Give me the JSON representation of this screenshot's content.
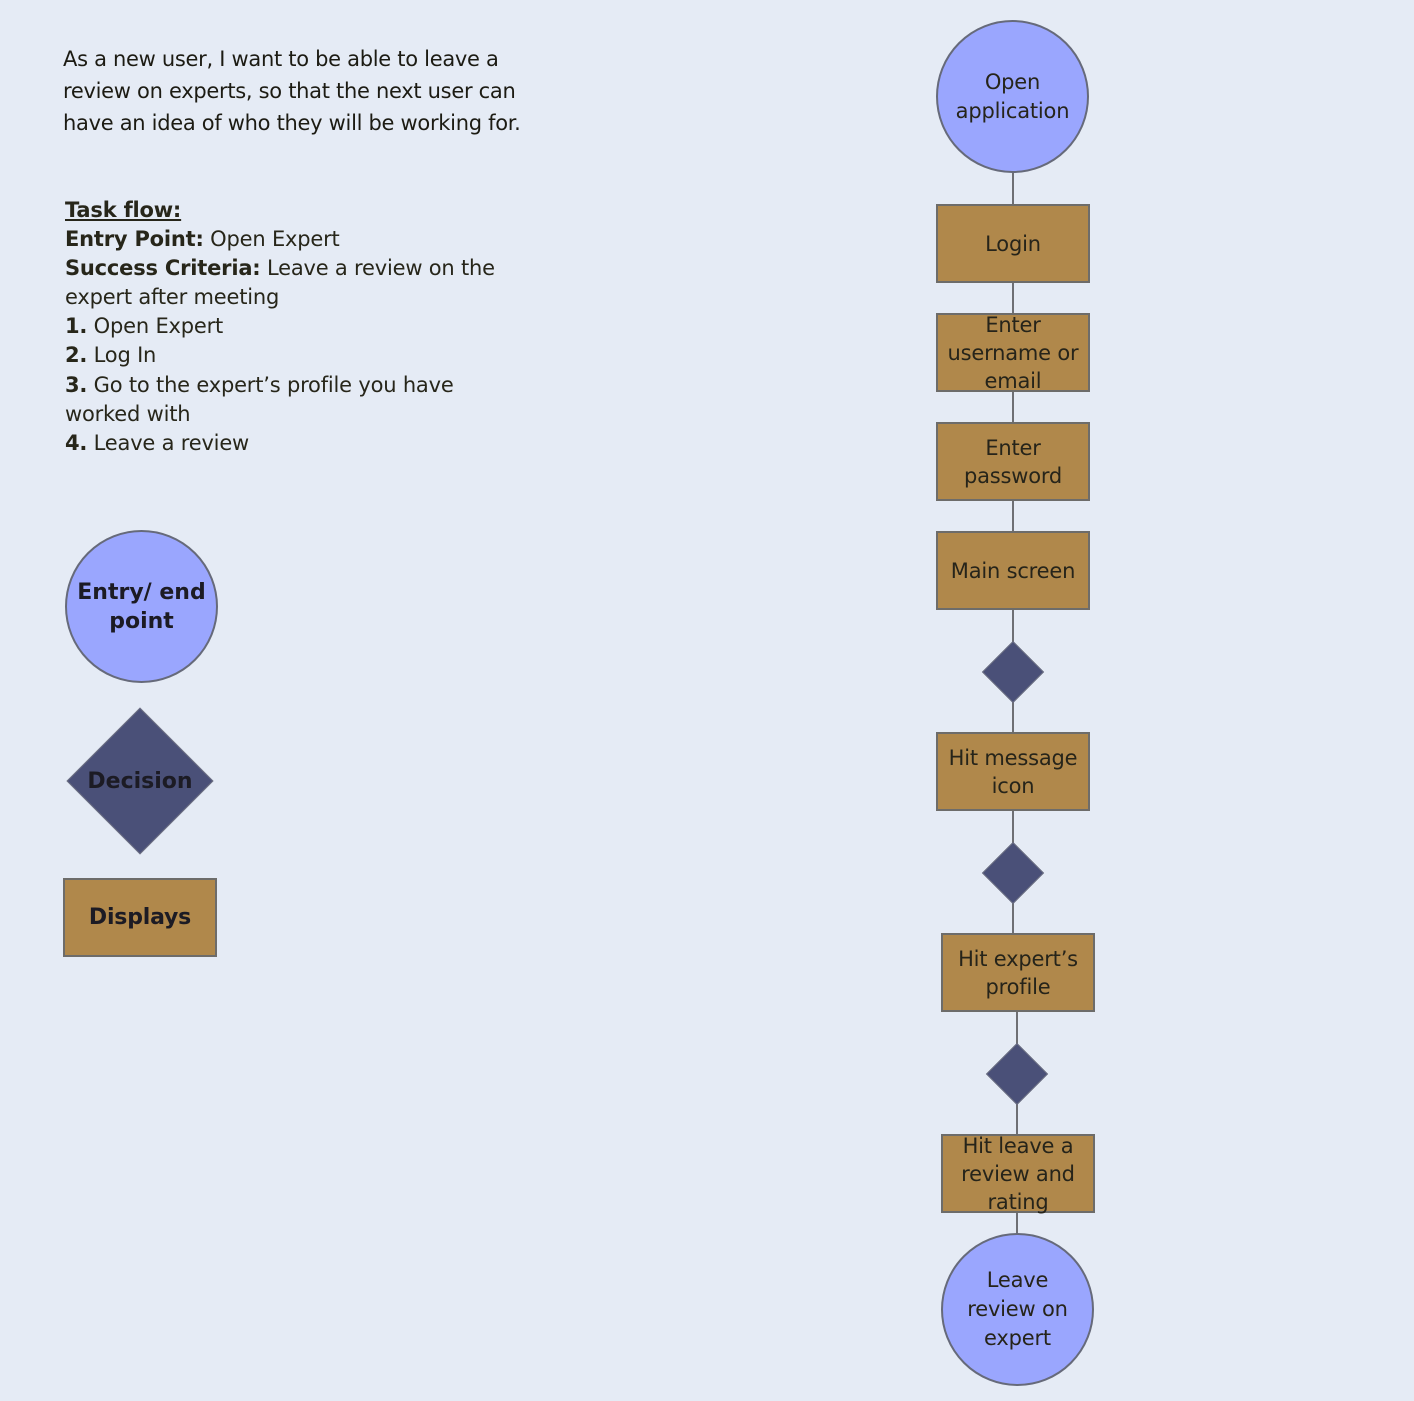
{
  "story": "As a new user, I want to be able to leave a review on experts, so that the next user can have an idea of who they will be working for.",
  "task_flow": {
    "heading": "Task flow:",
    "entry_label": "Entry Point:",
    "entry_value": " Open Expert",
    "success_label": "Success Criteria:",
    "success_value": " Leave a review on the expert after meeting",
    "steps": [
      {
        "num": "1.",
        "text": " Open Expert"
      },
      {
        "num": "2.",
        "text": " Log In"
      },
      {
        "num": "3.",
        "text": " Go to the expert’s profile you have worked with"
      },
      {
        "num": "4.",
        "text": " Leave a review"
      }
    ]
  },
  "legend": {
    "entry_end": "Entry/ end point",
    "decision": "Decision",
    "displays": "Displays"
  },
  "flow": {
    "open_application": "Open application",
    "login": "Login",
    "enter_username": "Enter username or email",
    "enter_password": "Enter password",
    "main_screen": "Main screen",
    "hit_message_icon": "Hit message icon",
    "hit_experts_profile": "Hit expert’s profile",
    "hit_leave_review": "Hit leave a review and rating",
    "leave_review": "Leave review on expert"
  },
  "colors": {
    "background": "#e5ebf5",
    "entry_end_fill": "#9aa6fe",
    "decision_fill": "#4a5078",
    "display_fill": "#b0884b"
  }
}
